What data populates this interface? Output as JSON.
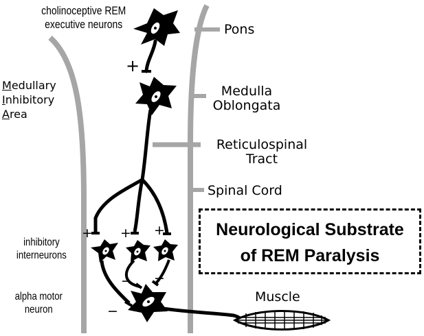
{
  "labels": {
    "rem_neurons": "cholinoceptive REM executive neurons",
    "pons": "Pons",
    "medulla": "Medulla Oblongata",
    "reticulospinal": "Reticulospinal Tract",
    "spinal_cord": "Spinal Cord",
    "medullary_area": [
      "Medullary",
      "Inhibitory",
      "Area"
    ],
    "inhibitory_interneurons": "inhibitory interneurons",
    "alpha_motor_neuron": "alpha motor neuron",
    "muscle": "Muscle",
    "title_line1": "Neurological Substrate",
    "title_line2": "of REM Paralysis"
  },
  "signs": {
    "plus": "+",
    "minus": "−"
  },
  "colors": {
    "column_gray": "#a6a6a6",
    "ink": "#000000"
  }
}
